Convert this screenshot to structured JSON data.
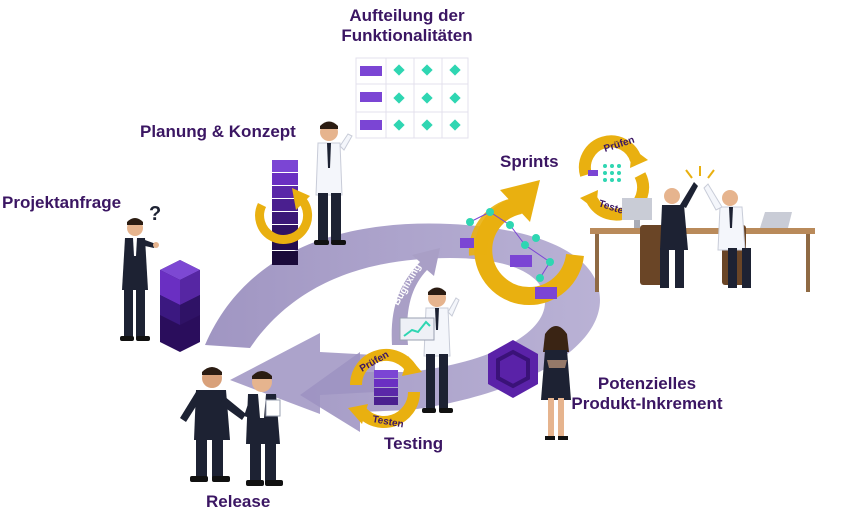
{
  "stages": {
    "projektanfrage": "Projektanfrage",
    "planung": "Planung & Konzept",
    "aufteilung_line1": "Aufteilung der",
    "aufteilung_line2": "Funktionalitäten",
    "sprints": "Sprints",
    "inkrement_line1": "Potenzielles",
    "inkrement_line2": "Produkt-Inkrement",
    "testing": "Testing",
    "release": "Release"
  },
  "cycle_labels": {
    "sprint_pruefen": "Prüfen",
    "sprint_testen": "Testen",
    "testing_pruefen": "Prüfen",
    "testing_testen": "Testen",
    "bugfixing": "Bugfixing"
  },
  "question_mark": "?",
  "colors": {
    "label_text": "#3b1663",
    "cycle_arrow": "#a99fc6",
    "cycle_arrow_dark": "#8e82b3",
    "block_purple": "#6a2fc2",
    "block_dark": "#2a0d5c",
    "gold": "#e9b010",
    "teal": "#2fd6b2",
    "suit": "#1d2233"
  },
  "icons": [
    "person-thinking-icon",
    "person-presenting-icon",
    "people-handshake-icon",
    "team-celebrating-icon",
    "businesswoman-icon",
    "tester-with-laptop-icon",
    "block-stack-icon",
    "cycle-arrow-icon",
    "feature-grid-icon",
    "hexagon-product-icon"
  ]
}
